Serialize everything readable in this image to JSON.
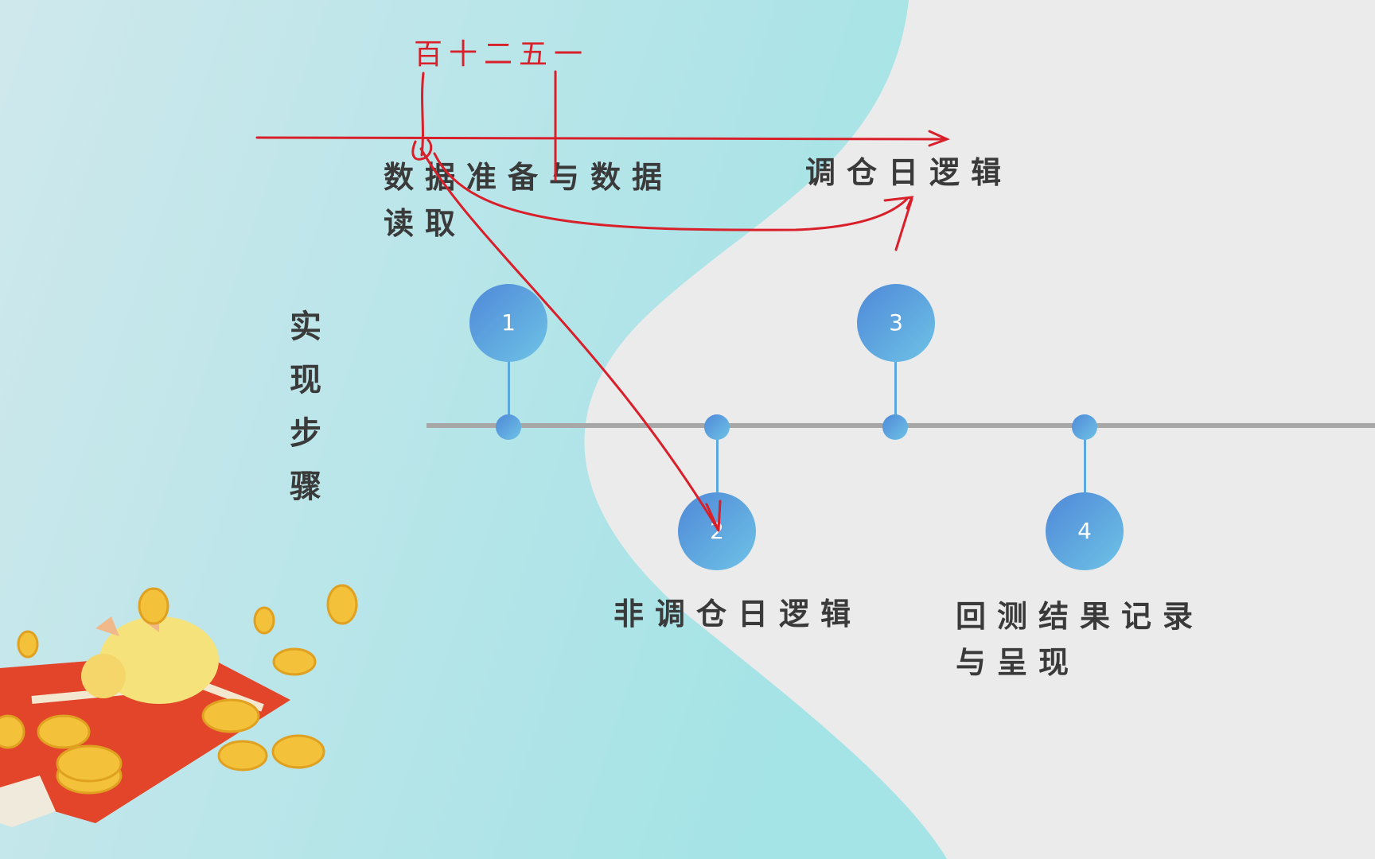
{
  "slide": {
    "side_title_chars": [
      "实",
      "现",
      "步",
      "骤"
    ],
    "steps": [
      {
        "number": "1",
        "label_lines": [
          "数据准备与数据",
          "读取"
        ]
      },
      {
        "number": "2",
        "label_lines": [
          "非调仓日逻辑"
        ]
      },
      {
        "number": "3",
        "label_lines": [
          "调仓日逻辑"
        ]
      },
      {
        "number": "4",
        "label_lines": [
          "回测结果记录",
          "与呈现"
        ]
      }
    ]
  },
  "annotation": {
    "handwriting": "百十二五一",
    "ink_color": "#d81f2a"
  },
  "colors": {
    "teal": "#a8e2e6",
    "gray": "#ebebeb",
    "node": "#5a9be0"
  }
}
